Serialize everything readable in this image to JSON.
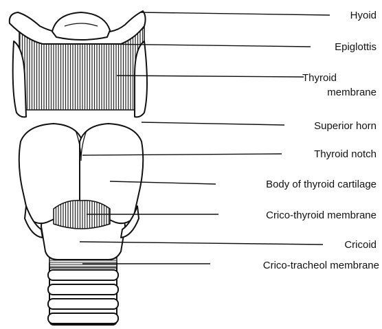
{
  "labels": {
    "hyoid": "Hyoid",
    "epiglottis": "Epiglottis",
    "thyroid_membrane_line1": "Thyroid",
    "thyroid_membrane_line2": "membrane",
    "superior_horn": "Superior horn",
    "thyroid_notch": "Thyroid notch",
    "body_of_thyroid": "Body of thyroid cartilage",
    "crico_thyroid_membrane": "Crico-thyroid membrane",
    "cricoid": "Cricoid",
    "crico_tracheal_membrane": "Crico-tracheol membrane"
  }
}
